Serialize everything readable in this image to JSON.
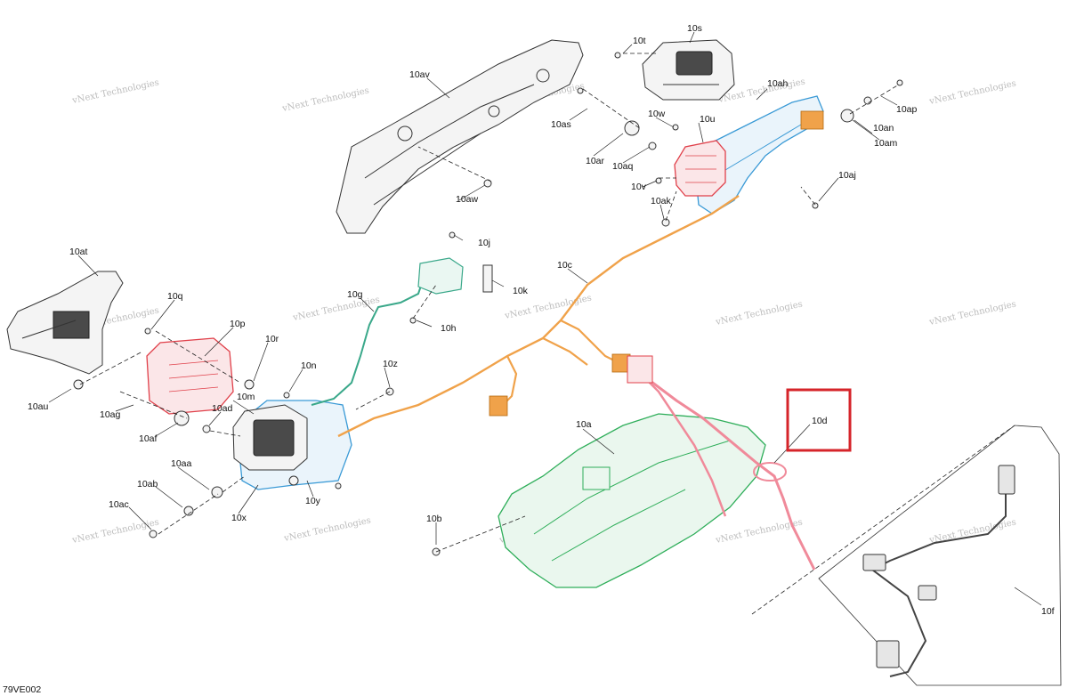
{
  "diagram_code": "79VE002",
  "watermark": "vNext Technologies",
  "highlight_color": "#d6242a",
  "colors": {
    "orange_harness": "#f0a24a",
    "green_part": "#2fae5a",
    "teal_part": "#3aa88a",
    "blue_bracket": "#3a9ad6",
    "red_part": "#e0404a",
    "pink_harness": "#f08a9a"
  },
  "callouts": {
    "10a": "10a",
    "10aa": "10aa",
    "10ab": "10ab",
    "10ac": "10ac",
    "10ad": "10ad",
    "10af": "10af",
    "10ag": "10ag",
    "10ah": "10ah",
    "10aj": "10aj",
    "10ak": "10ak",
    "10am": "10am",
    "10an": "10an",
    "10ap": "10ap",
    "10aq": "10aq",
    "10ar": "10ar",
    "10as": "10as",
    "10at": "10at",
    "10au": "10au",
    "10av": "10av",
    "10aw": "10aw",
    "10b": "10b",
    "10c": "10c",
    "10d": "10d",
    "10f": "10f",
    "10g": "10g",
    "10h": "10h",
    "10j": "10j",
    "10k": "10k",
    "10m": "10m",
    "10n": "10n",
    "10p": "10p",
    "10q": "10q",
    "10r": "10r",
    "10s": "10s",
    "10t": "10t",
    "10u": "10u",
    "10v": "10v",
    "10w": "10w",
    "10x": "10x",
    "10y": "10y",
    "10z": "10z"
  }
}
